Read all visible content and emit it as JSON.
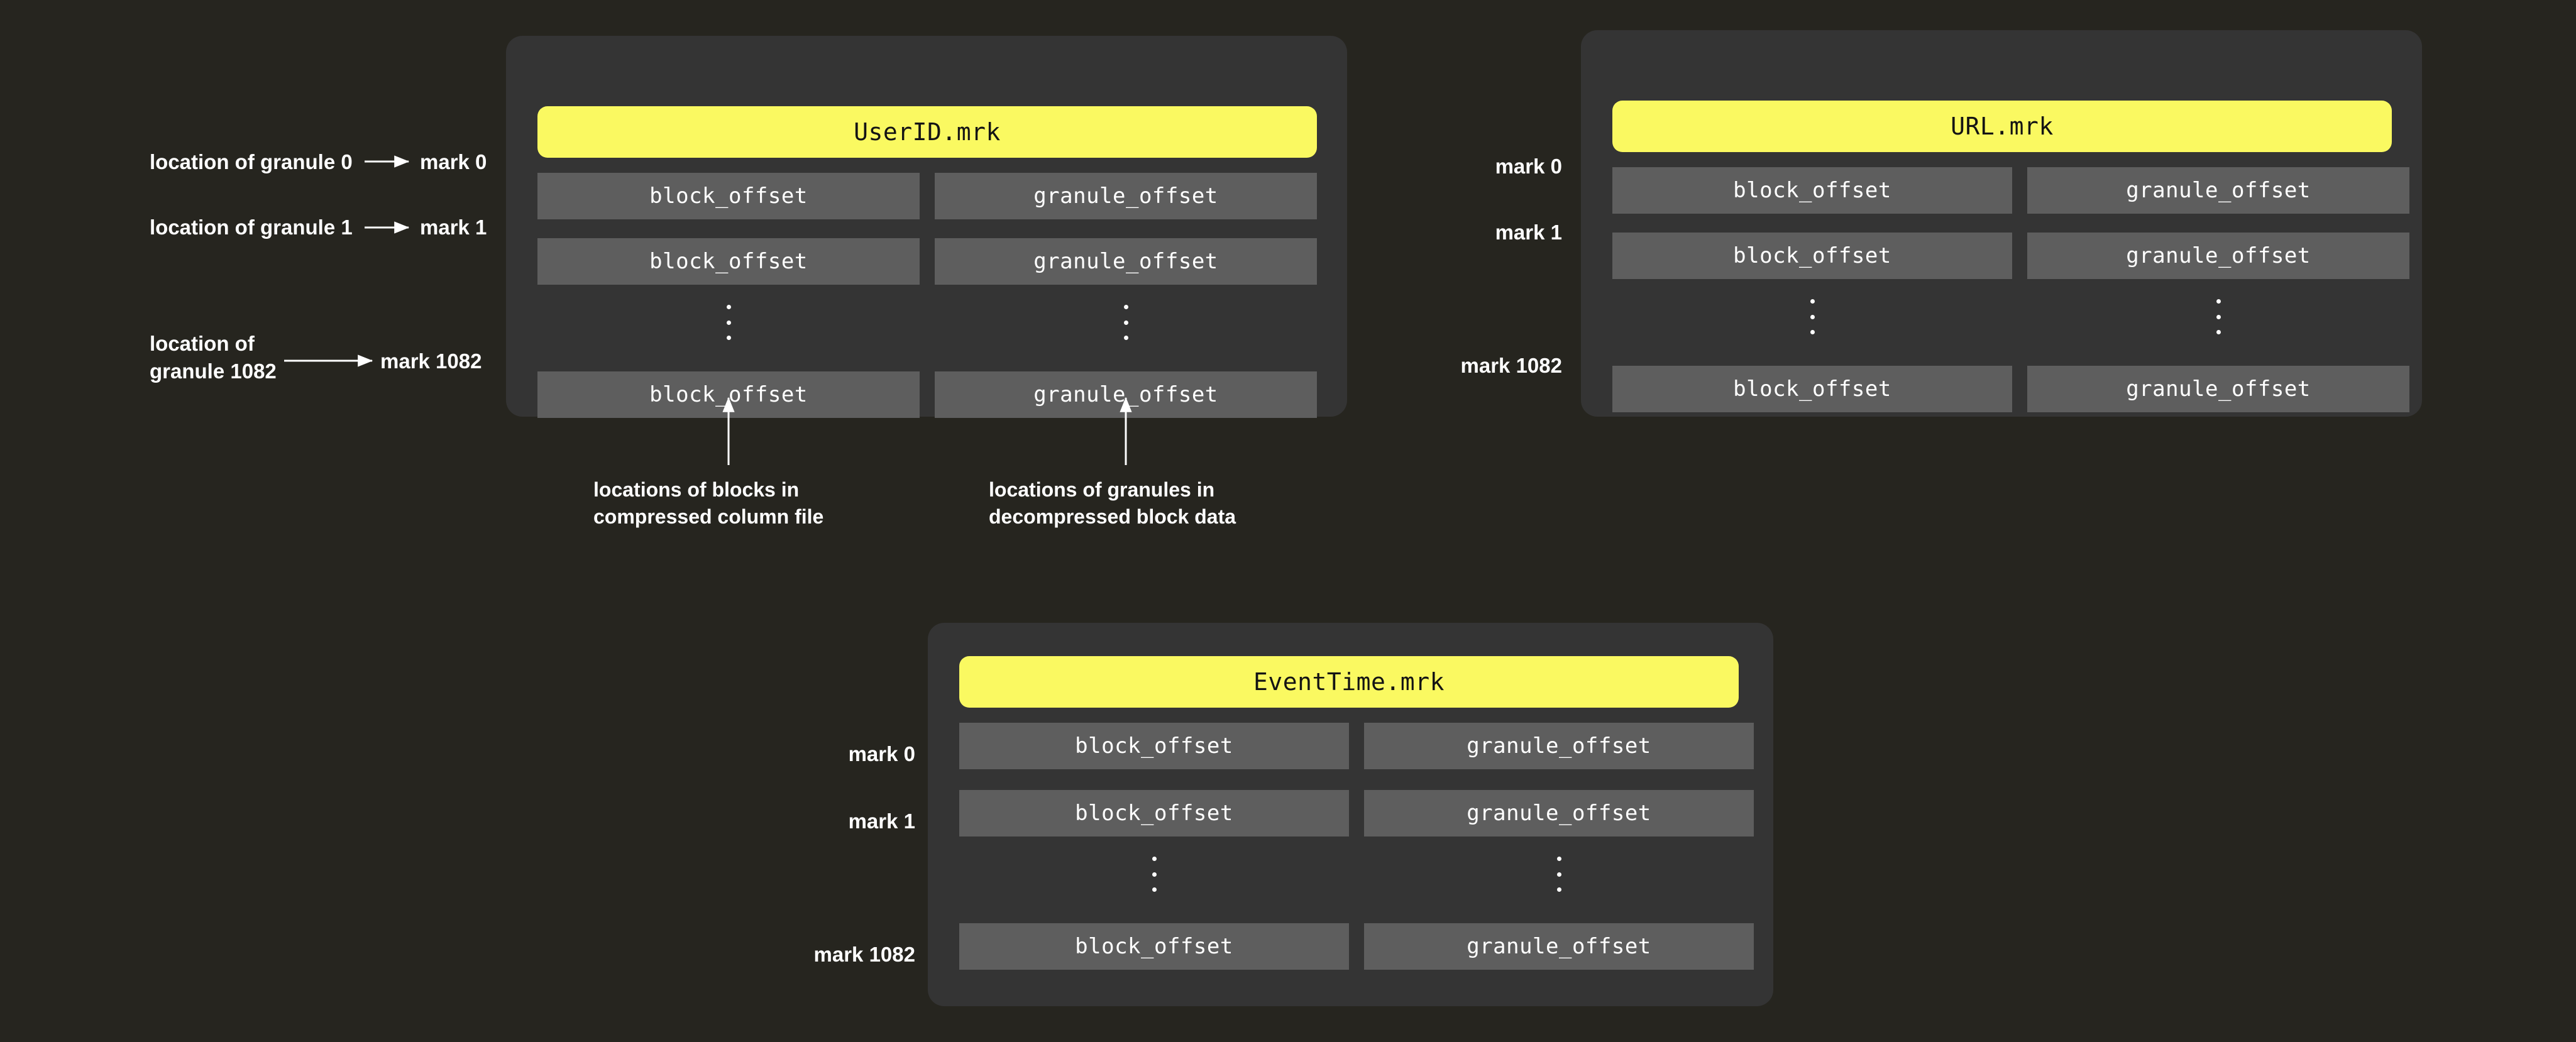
{
  "theme": {
    "page_bg": "#26251f",
    "panel_bg": "#343434",
    "cell_bg": "#5e5e5e",
    "accent_yellow": "#faf961",
    "text_light": "#ffffff",
    "text_dark": "#141414"
  },
  "column_labels": {
    "block_offset": "block_offset",
    "granule_offset": "granule_offset",
    "ellipsis": "⋮"
  },
  "panels": [
    {
      "id": "userid",
      "title": "UserID.mrk",
      "row_labels": [
        "",
        "",
        "",
        ""
      ],
      "rows": [
        {
          "type": "data",
          "block": "block_offset",
          "granule": "granule_offset"
        },
        {
          "type": "data",
          "block": "block_offset",
          "granule": "granule_offset"
        },
        {
          "type": "ellipsis",
          "block": "⋮",
          "granule": "⋮"
        },
        {
          "type": "data",
          "block": "block_offset",
          "granule": "granule_offset"
        }
      ]
    },
    {
      "id": "url",
      "title": "URL.mrk",
      "row_labels": [
        "mark 0",
        "mark 1",
        "",
        "mark 1082"
      ],
      "rows": [
        {
          "type": "data",
          "block": "block_offset",
          "granule": "granule_offset"
        },
        {
          "type": "data",
          "block": "block_offset",
          "granule": "granule_offset"
        },
        {
          "type": "ellipsis",
          "block": "⋮",
          "granule": "⋮"
        },
        {
          "type": "data",
          "block": "block_offset",
          "granule": "granule_offset"
        }
      ]
    },
    {
      "id": "eventtime",
      "title": "EventTime.mrk",
      "row_labels": [
        "mark 0",
        "mark 1",
        "",
        "mark 1082"
      ],
      "rows": [
        {
          "type": "data",
          "block": "block_offset",
          "granule": "granule_offset"
        },
        {
          "type": "data",
          "block": "block_offset",
          "granule": "granule_offset"
        },
        {
          "type": "ellipsis",
          "block": "⋮",
          "granule": "⋮"
        },
        {
          "type": "data",
          "block": "block_offset",
          "granule": "granule_offset"
        }
      ]
    }
  ],
  "granule_mappings": [
    {
      "source": "location of granule 0",
      "target": "mark 0"
    },
    {
      "source": "location of granule 1",
      "target": "mark 1"
    },
    {
      "source": "location of\ngranule 1082",
      "target": "mark 1082"
    }
  ],
  "userid_marks": [
    "mark 0",
    "mark 1",
    "mark 1082"
  ],
  "captions": {
    "blocks": "locations of blocks in\ncompressed column file",
    "granules": "locations of granules in\ndecompressed block data"
  }
}
